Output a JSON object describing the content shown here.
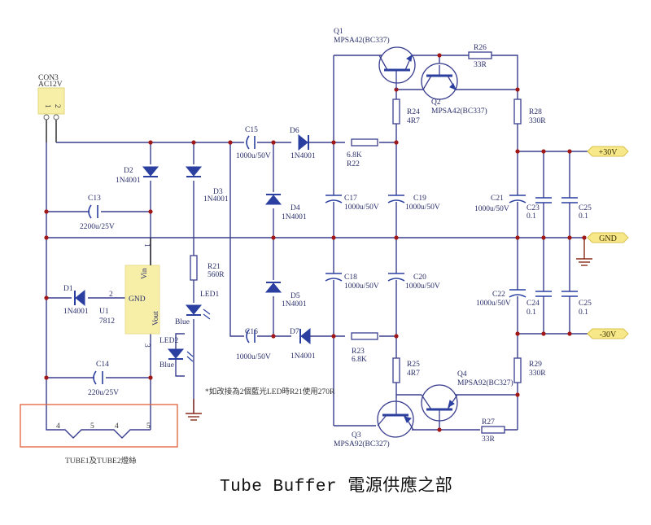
{
  "title": "Tube Buffer 電源供應之部",
  "connector": {
    "ref": "CON3",
    "value": "AC12V",
    "pins": [
      "1",
      "2"
    ]
  },
  "regulator": {
    "ref": "U1",
    "value": "7812",
    "pins": {
      "vin": "Vin",
      "gnd": "GND",
      "vout": "Vout",
      "pin1": "1",
      "pin2": "2",
      "pin3": "3"
    }
  },
  "diodes": [
    {
      "ref": "D1",
      "value": "1N4001"
    },
    {
      "ref": "D2",
      "value": "1N4001"
    },
    {
      "ref": "D3",
      "value": "1N4001"
    },
    {
      "ref": "D4",
      "value": "1N4001"
    },
    {
      "ref": "D5",
      "value": "1N4001"
    },
    {
      "ref": "D6",
      "value": "1N4001"
    },
    {
      "ref": "D7",
      "value": "1N4001"
    }
  ],
  "leds": [
    {
      "ref": "LED1",
      "value": "Blue"
    },
    {
      "ref": "LED2",
      "value": "Blue"
    }
  ],
  "capacitors": [
    {
      "ref": "C13",
      "value": "2200u/25V"
    },
    {
      "ref": "C14",
      "value": "220u/25V"
    },
    {
      "ref": "C15",
      "value": "1000u/50V"
    },
    {
      "ref": "C16",
      "value": "1000u/50V"
    },
    {
      "ref": "C17",
      "value": "1000u/50V"
    },
    {
      "ref": "C18",
      "value": "1000u/50V"
    },
    {
      "ref": "C19",
      "value": "1000u/50V"
    },
    {
      "ref": "C20",
      "value": "1000u/50V"
    },
    {
      "ref": "C21",
      "value": "1000u/50V"
    },
    {
      "ref": "C22",
      "value": "1000u/50V"
    },
    {
      "ref": "C23",
      "value": "0.1"
    },
    {
      "ref": "C24",
      "value": "0.1"
    },
    {
      "ref": "C25a",
      "label": "C25",
      "value": "0.1"
    },
    {
      "ref": "C25b",
      "label": "C25",
      "value": "0.1"
    }
  ],
  "resistors": [
    {
      "ref": "R21",
      "value": "560R"
    },
    {
      "ref": "R22",
      "value": "6.8K"
    },
    {
      "ref": "R23",
      "value": "6.8K"
    },
    {
      "ref": "R24",
      "value": "4R7"
    },
    {
      "ref": "R25",
      "value": "4R7"
    },
    {
      "ref": "R26",
      "value": "33R"
    },
    {
      "ref": "R27",
      "value": "33R"
    },
    {
      "ref": "R28",
      "value": "330R"
    },
    {
      "ref": "R29",
      "value": "330R"
    }
  ],
  "transistors": [
    {
      "ref": "Q1",
      "value": "MPSA42(BC337)"
    },
    {
      "ref": "Q2",
      "value": "MPSA42(BC337)"
    },
    {
      "ref": "Q3",
      "value": "MPSA92(BC327)"
    },
    {
      "ref": "Q4",
      "value": "MPSA92(BC327)"
    }
  ],
  "ports": {
    "pos": "+30V",
    "gnd": "GND",
    "neg": "-30V"
  },
  "heater": {
    "pins": [
      "4",
      "5",
      "4",
      "5"
    ],
    "caption": "TUBE1及TUBE2燈絲"
  },
  "note": "*如改接為2個藍光LED時R21使用270R"
}
